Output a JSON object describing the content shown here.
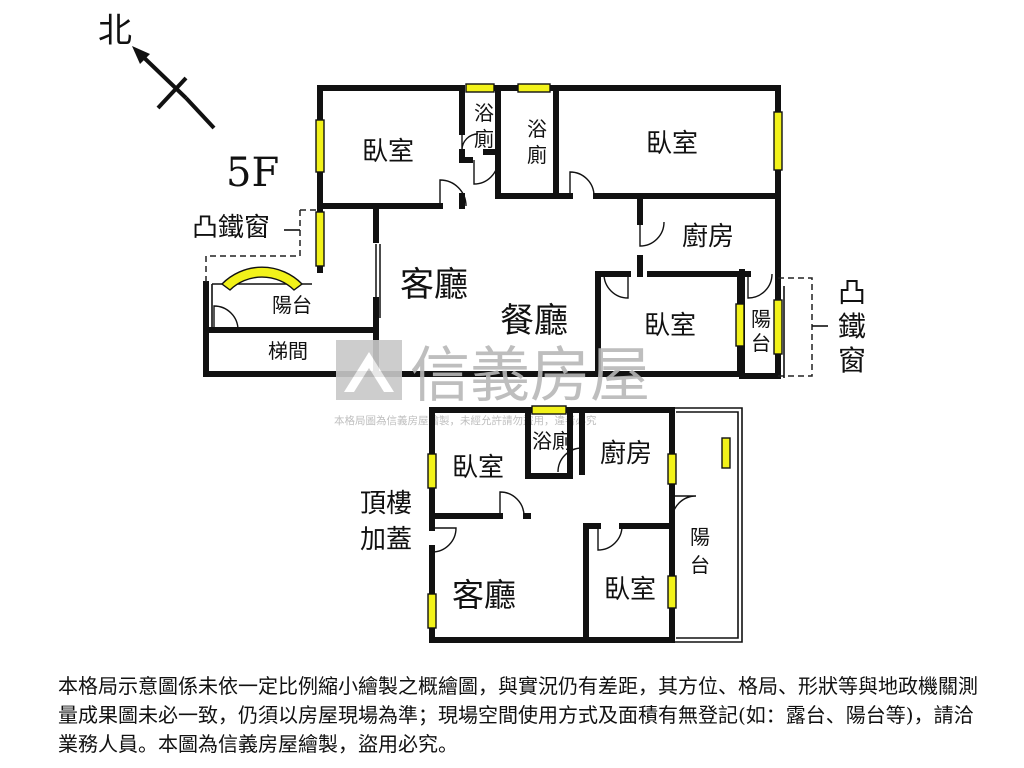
{
  "compass": {
    "north_label": "北"
  },
  "floor_label": "5F",
  "colors": {
    "wall": "#111111",
    "window": "#f2f21a",
    "watermark": "#b8b8b8"
  },
  "rooms": {
    "bedroom_nw": "臥室",
    "bath_1": "浴\n廁",
    "bath_2": "浴\n廁",
    "bedroom_ne": "臥室",
    "kitchen": "廚房",
    "living": "客廳",
    "dining": "餐廳",
    "bedroom_se": "臥室",
    "balcony_e": "陽\n台",
    "balcony_w": "陽台",
    "stair": "梯間",
    "bay_window_w": "凸鐵窗",
    "bay_window_e": "凸\n鐵\n窗"
  },
  "rooftop": {
    "title": "頂樓\n加蓋",
    "bedroom_nw": "臥室",
    "bath": "浴廁",
    "kitchen": "廚房",
    "living": "客廳",
    "bedroom_se": "臥室",
    "balcony": "陽\n台"
  },
  "watermark": {
    "brand": "信義房屋",
    "notice": "本格局圖為信義房屋繪製，未經允許請勿盜用，違者必究"
  },
  "disclaimer": "本格局示意圖係未依一定比例縮小繪製之概繪圖，與實況仍有差距，其方位、格局、形狀等與地政機關測量成果圖未必一致，仍須以房屋現場為準；現場空間使用方式及面積有無登記(如：露台、陽台等)，請洽業務人員。本圖為信義房屋繪製，盜用必究。"
}
